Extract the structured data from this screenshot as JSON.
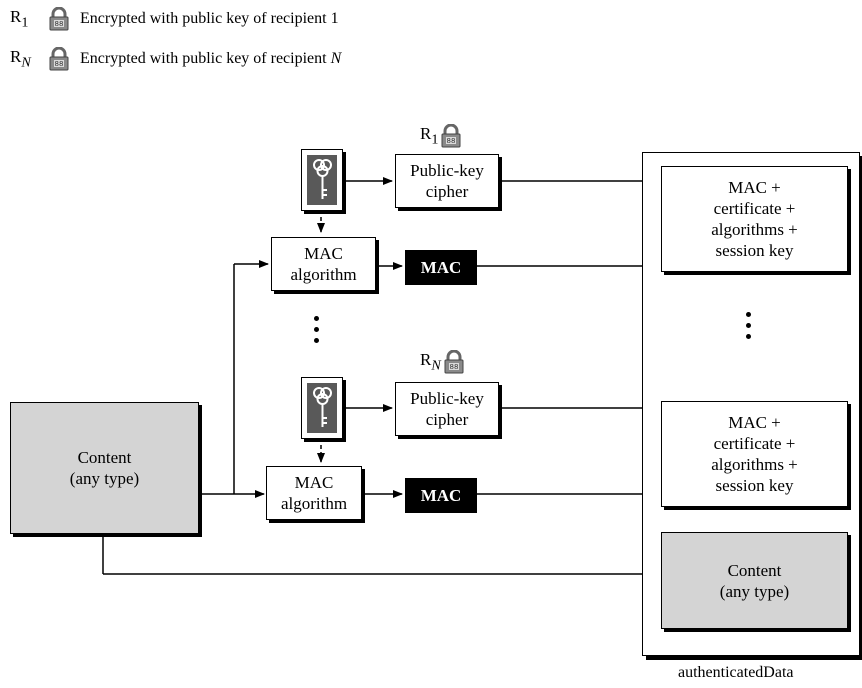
{
  "legend": [
    {
      "recipient": "R",
      "sub": "1",
      "text": "Encrypted with public key of recipient 1"
    },
    {
      "recipient": "R",
      "sub": "N",
      "text": "Encrypted with public key of recipient N"
    }
  ],
  "blocks": {
    "pubkey_cipher": [
      "Public-key",
      "cipher"
    ],
    "mac_algorithm": [
      "MAC",
      "algorithm"
    ],
    "mac": "MAC",
    "recipient_info": [
      "MAC +",
      "certificate +",
      "algorithms +",
      "session key"
    ],
    "content": [
      "Content",
      "(any type)"
    ]
  },
  "recipients": [
    {
      "recipient": "R",
      "sub": "1"
    },
    {
      "recipient": "R",
      "sub": "N"
    }
  ],
  "container_label": "authenticatedData",
  "icons": {
    "lock": "padlock-icon",
    "key": "key-icon"
  }
}
